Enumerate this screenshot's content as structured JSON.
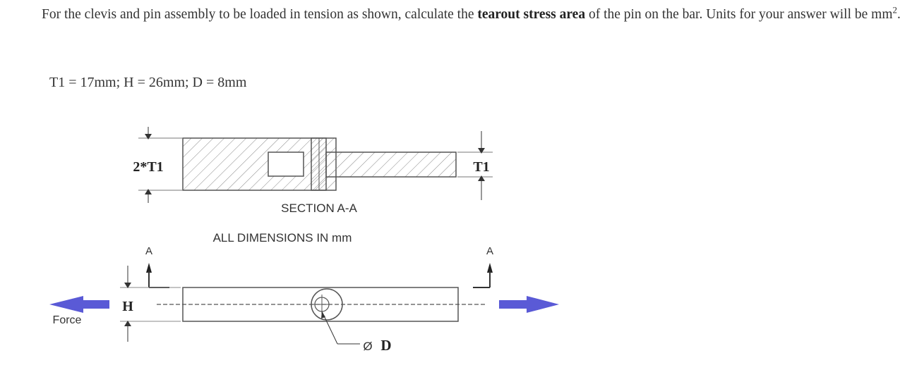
{
  "question": {
    "part1": "For the clevis and pin assembly to be loaded in tension as shown, calculate the ",
    "bold": "tearout stress area",
    "part2": " of the pin on the bar. Units for your answer will be mm",
    "superscript": "2",
    "end": "."
  },
  "given": "T1 = 17mm; H = 26mm; D = 8mm",
  "diagram": {
    "section_title": "SECTION A-A",
    "units_note": "ALL DIMENSIONS IN mm",
    "dim_2t1": "2*T1",
    "dim_t1": "T1",
    "dim_h": "H",
    "dim_d": "D",
    "diameter_symbol": "Ø",
    "section_mark_left": "A",
    "section_mark_right": "A",
    "force_label": "Force",
    "arrow_color": "#5a5ad6",
    "line_color": "#555555"
  }
}
